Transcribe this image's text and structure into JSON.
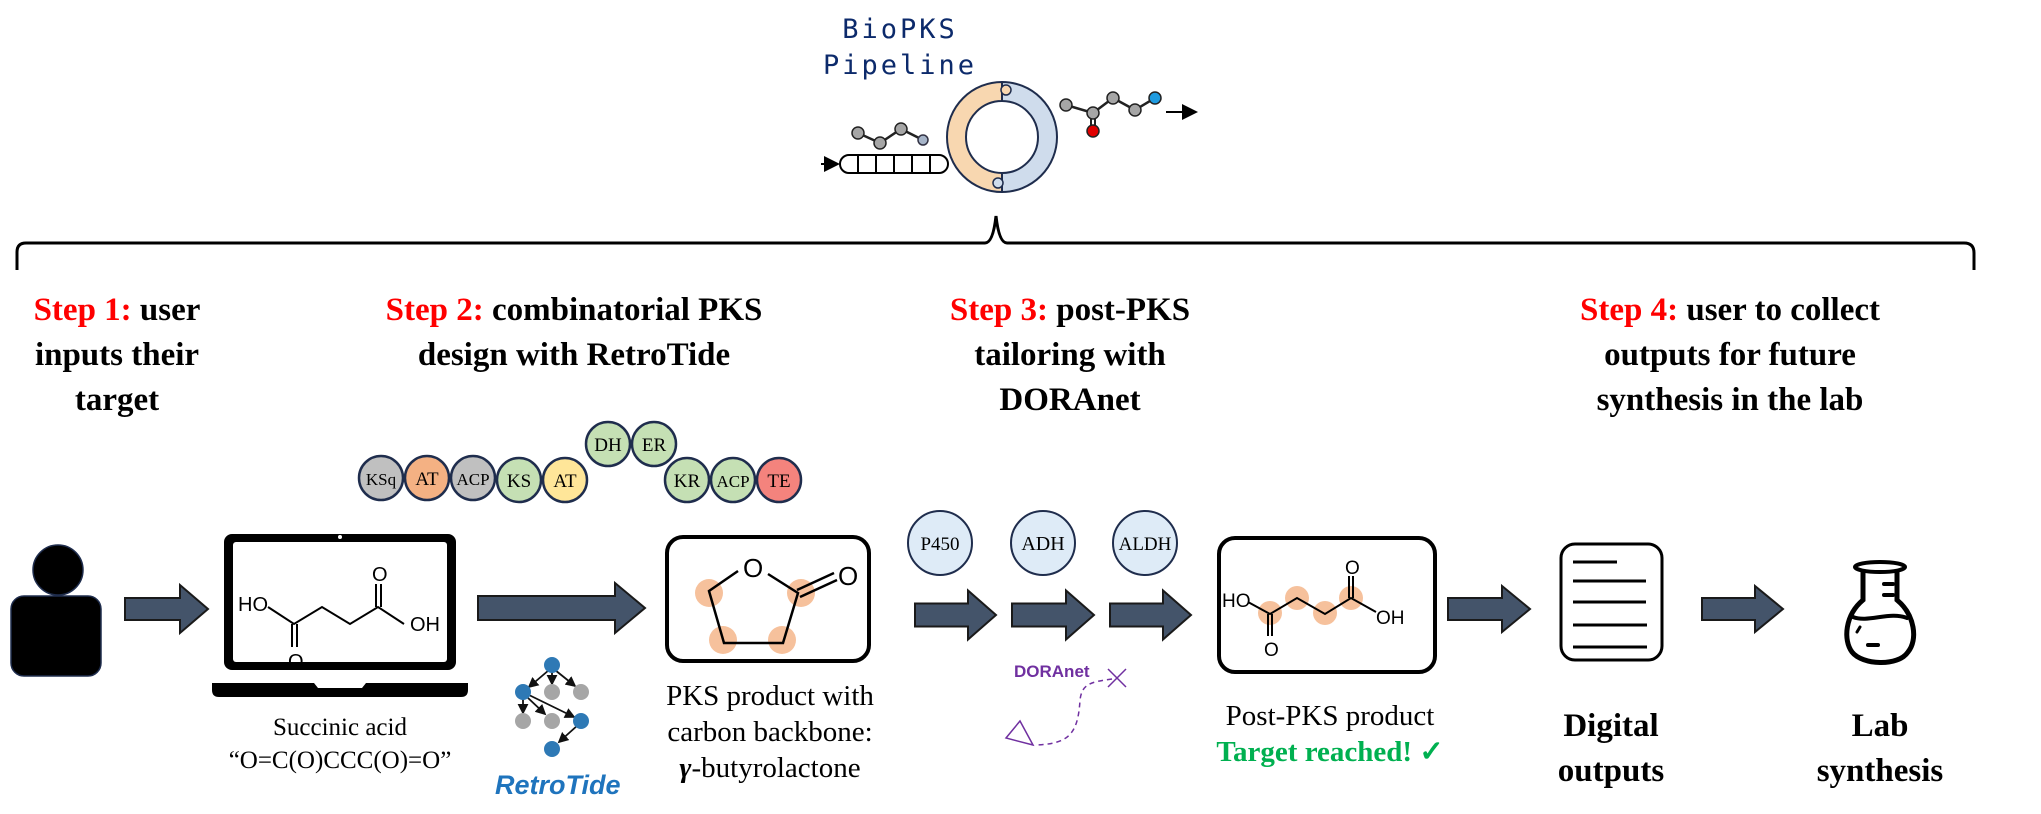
{
  "header": {
    "title_line1": "BioPKS",
    "title_line2": "Pipeline",
    "title_color": "#0c2a6b"
  },
  "steps": [
    {
      "label": "Step 1:",
      "lines": [
        "user",
        "inputs their",
        "target"
      ]
    },
    {
      "label": "Step 2:",
      "lines": [
        "combinatorial PKS",
        "design with RetroTide"
      ]
    },
    {
      "label": "Step 3:",
      "lines": [
        "post-PKS",
        "tailoring with",
        "DORAnet"
      ]
    },
    {
      "label": "Step 4:",
      "lines": [
        "user to collect",
        "outputs for future",
        "synthesis in the lab"
      ]
    }
  ],
  "pks_domains": [
    {
      "label": "KSq",
      "color": "#c0c0c0"
    },
    {
      "label": "AT",
      "color": "#f4b183"
    },
    {
      "label": "ACP",
      "color": "#c0c0c0"
    },
    {
      "label": "KS",
      "color": "#c5e0b4"
    },
    {
      "label": "AT",
      "color": "#ffe699"
    },
    {
      "label": "DH",
      "color": "#c5e0b4"
    },
    {
      "label": "ER",
      "color": "#c5e0b4"
    },
    {
      "label": "KR",
      "color": "#c5e0b4"
    },
    {
      "label": "ACP",
      "color": "#c5e0b4"
    },
    {
      "label": "TE",
      "color": "#f4837d"
    }
  ],
  "enzymes": [
    {
      "label": "P450"
    },
    {
      "label": "ADH"
    },
    {
      "label": "ALDH"
    }
  ],
  "molecules": {
    "input": {
      "atoms": {
        "ho": "HO",
        "oh": "OH",
        "o1": "O",
        "o2": "O"
      },
      "name": "Succinic acid",
      "smiles": "“O=C(O)CCC(O)=O”"
    },
    "pks_product": {
      "atoms": {
        "ring_o": "O",
        "carbonyl_o": "O"
      },
      "caption_lines": [
        "PKS product with",
        "carbon backbone:"
      ],
      "gamma": "γ",
      "name_suffix": "-butyrolactone"
    },
    "post_pks_product": {
      "atoms": {
        "ho": "HO",
        "oh": "OH",
        "o1": "O",
        "o2": "O"
      },
      "caption": "Post-PKS product",
      "status": "Target reached! ✓",
      "status_color": "#00b050"
    }
  },
  "tools": {
    "retrotide": "RetroTide",
    "retrotide_color": "#1f74bd",
    "doranet": "DORAnet",
    "doranet_color": "#7030a0"
  },
  "outputs": {
    "digital_lines": [
      "Digital",
      "outputs"
    ],
    "lab_lines": [
      "Lab",
      "synthesis"
    ]
  },
  "colors": {
    "arrow_fill": "#44546a",
    "step_label": "#ff0000",
    "highlight": "#f4b183",
    "enzyme_fill": "#deebf7"
  }
}
